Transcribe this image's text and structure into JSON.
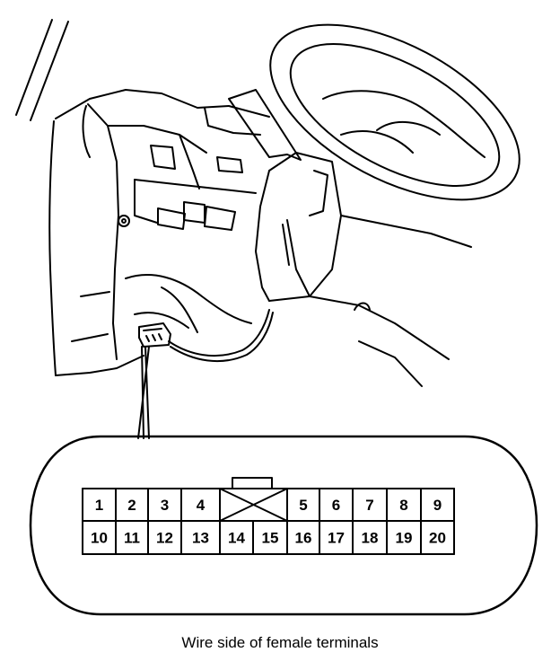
{
  "caption": "Wire side of female terminals",
  "connector": {
    "top_row": [
      "1",
      "2",
      "3",
      "4",
      "",
      "5",
      "6",
      "7",
      "8",
      "9"
    ],
    "bottom_row": [
      "10",
      "11",
      "12",
      "13",
      "14",
      "15",
      "16",
      "17",
      "18",
      "19",
      "20"
    ]
  },
  "colors": {
    "line": "#000000",
    "background": "#ffffff"
  }
}
